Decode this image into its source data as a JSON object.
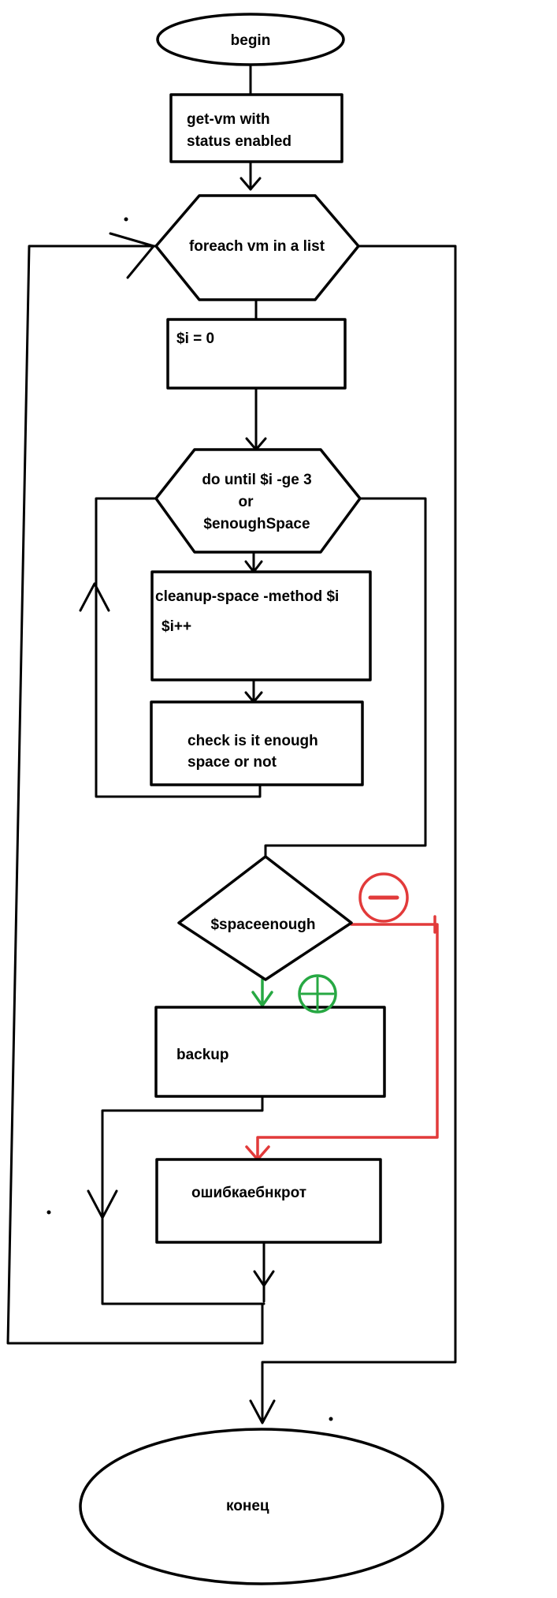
{
  "nodes": {
    "begin": "begin",
    "getvm_line1": "get-vm with",
    "getvm_line2": "status enabled",
    "foreach": "foreach vm in a list",
    "init": "$i = 0",
    "do_line1": "do until $i -ge 3",
    "do_line2": "or",
    "do_line3": "$enoughSpace",
    "cleanup_line1": "cleanup-space -method $i",
    "cleanup_line2": "$i++",
    "check_line1": "check is it enough",
    "check_line2": "space or not",
    "decision": "$spaceenough",
    "backup": "backup",
    "error": "ошибкаебнкрот",
    "end": "конец"
  },
  "colors": {
    "line": "#000000",
    "minus_branch": "#e23a3a",
    "plus_branch": "#27a843"
  },
  "icons": {
    "minus_marker": "minus-circle-icon",
    "plus_marker": "plus-circle-icon"
  }
}
